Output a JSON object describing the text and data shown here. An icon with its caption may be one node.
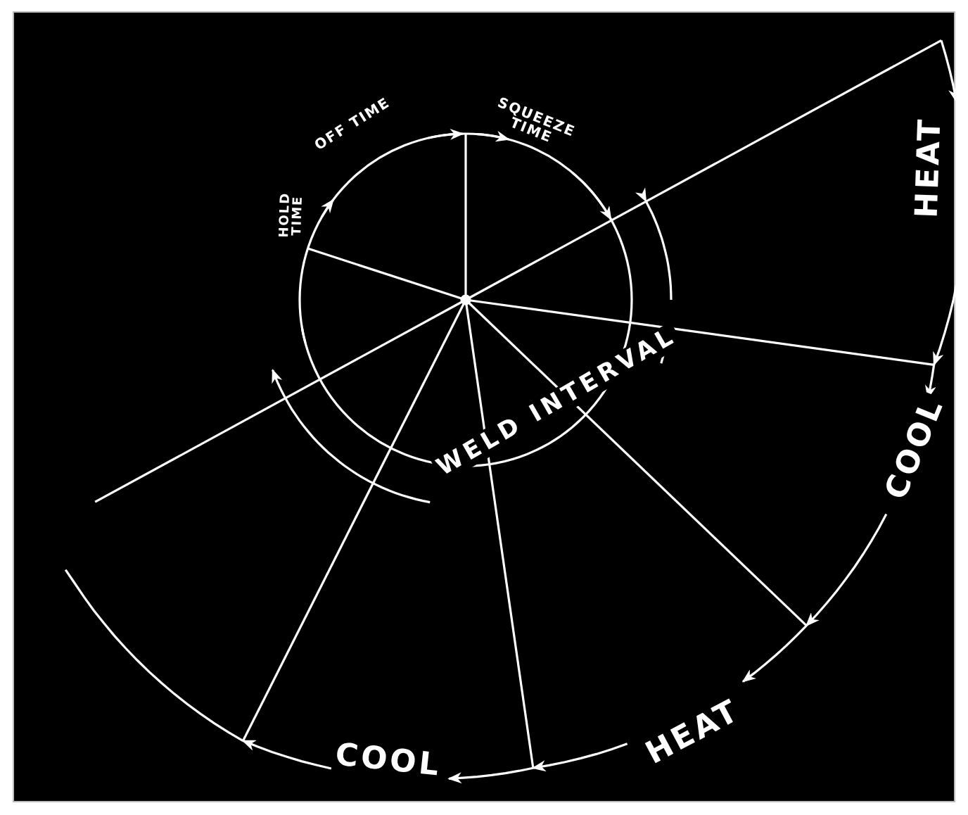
{
  "diagram": {
    "labels": [
      "OFF TIME",
      "SQUEEZE TIME",
      "HOLD TIME",
      "WELD INTERVAL",
      "HEAT",
      "COOL",
      "HEAT",
      "COOL"
    ]
  }
}
